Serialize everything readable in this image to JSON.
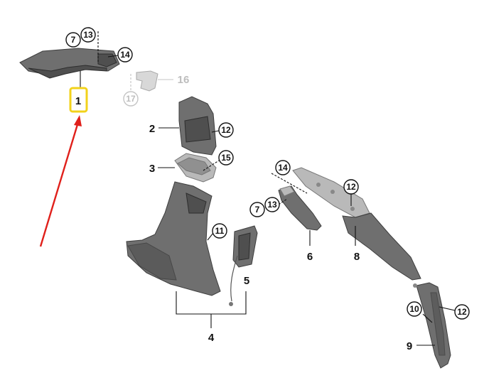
{
  "labels": {
    "p1": "1",
    "p2": "2",
    "p3": "3",
    "p4": "4",
    "p5": "5",
    "p6": "6",
    "p7a": "7",
    "p7b": "7",
    "p8": "8",
    "p9": "9",
    "p10": "10",
    "p11": "11",
    "p12a": "12",
    "p12b": "12",
    "p12c": "12",
    "p13a": "13",
    "p13b": "13",
    "p14a": "14",
    "p14b": "14",
    "p15": "15",
    "p16": "16",
    "p17": "17"
  },
  "colors": {
    "highlight": "#f2d21b",
    "arrow": "#e0201b",
    "part_fill": "#6f6f6f",
    "inactive_label": "#bdbdbd"
  },
  "highlighted_part": "1"
}
